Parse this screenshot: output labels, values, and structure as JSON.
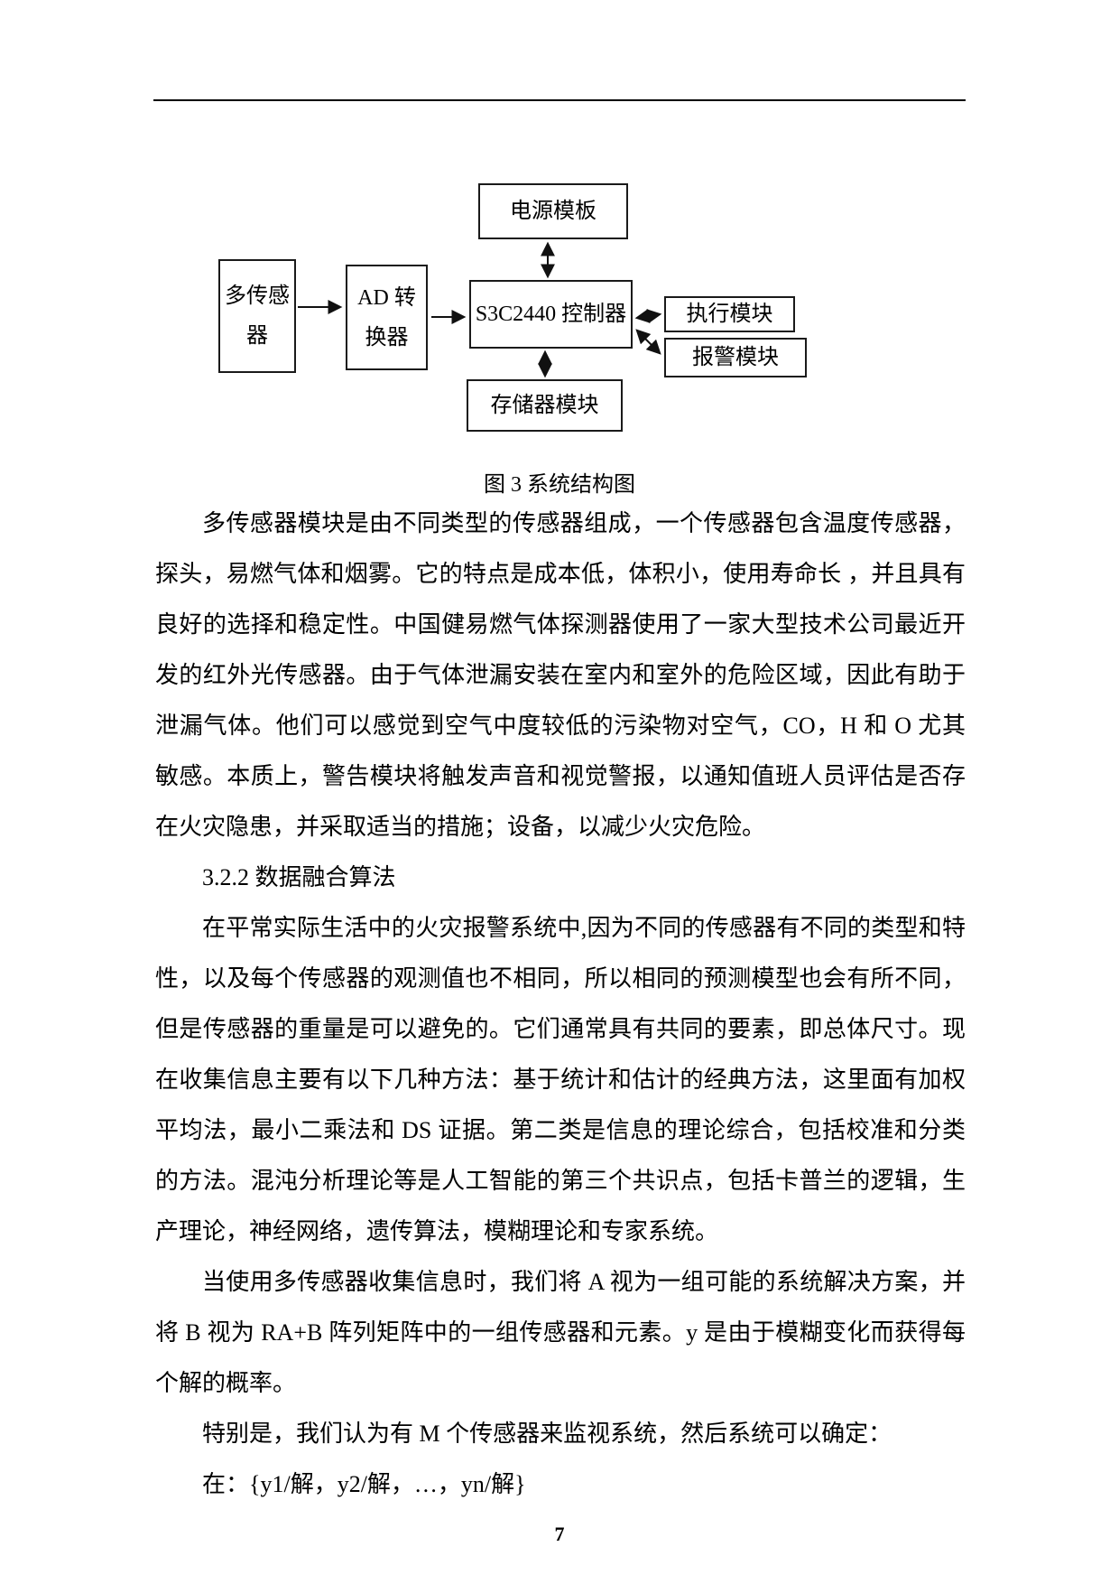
{
  "figure": {
    "caption": "图 3 系统结构图",
    "boxes": {
      "power": "电源模板",
      "multisensor": "多传感器",
      "ad_converter": "AD 转换器",
      "controller": "S3C2440 控制器",
      "execute": "执行模块",
      "alarm": "报警模块",
      "memory": "存储器模块"
    },
    "connections": [
      {
        "from": "电源模板",
        "to": "S3C2440 控制器",
        "type": "bidirectional"
      },
      {
        "from": "多传感器",
        "to": "AD 转换器",
        "type": "one-way"
      },
      {
        "from": "AD 转换器",
        "to": "S3C2440 控制器",
        "type": "one-way"
      },
      {
        "from": "S3C2440 控制器",
        "to": "执行模块",
        "type": "bidirectional"
      },
      {
        "from": "S3C2440 控制器",
        "to": "报警模块",
        "type": "bidirectional"
      },
      {
        "from": "S3C2440 控制器",
        "to": "存储器模块",
        "type": "bidirectional"
      }
    ]
  },
  "content": {
    "p1": "多传感器模块是由不同类型的传感器组成，一个传感器包含温度传感器，探头，易燃气体和烟雾。它的特点是成本低，体积小，使用寿命长 ，并且具有良好的选择和稳定性。中国健易燃气体探测器使用了一家大型技术公司最近开发的红外光传感器。由于气体泄漏安装在室内和室外的危险区域，因此有助于泄漏气体。他们可以感觉到空气中度较低的污染物对空气，CO，H 和 O 尤其敏感。本质上，警告模块将触发声音和视觉警报，以通知值班人员评估是否存在火灾隐患，并采取适当的措施；设备，以减少火灾危险。",
    "heading": "3.2.2 数据融合算法",
    "p2": "在平常实际生活中的火灾报警系统中,因为不同的传感器有不同的类型和特性，以及每个传感器的观测值也不相同，所以相同的预测模型也会有所不同，但是传感器的重量是可以避免的。它们通常具有共同的要素，即总体尺寸。现在收集信息主要有以下几种方法：基于统计和估计的经典方法，这里面有加权平均法，最小二乘法和 DS 证据。第二类是信息的理论综合，包括校准和分类的方法。混沌分析理论等是人工智能的第三个共识点，包括卡普兰的逻辑，生产理论，神经网络，遗传算法，模糊理论和专家系统。",
    "p3": "当使用多传感器收集信息时，我们将 A 视为一组可能的系统解决方案，并将 B 视为 RA+B 阵列矩阵中的一组传感器和元素。y 是由于模糊变化而获得每个解的概率。",
    "p4": "特别是，我们认为有 M 个传感器来监视系统，然后系统可以确定：",
    "p5": "在：{y1/解，y2/解，…，yn/解}"
  },
  "footer": {
    "page_number": "7"
  }
}
